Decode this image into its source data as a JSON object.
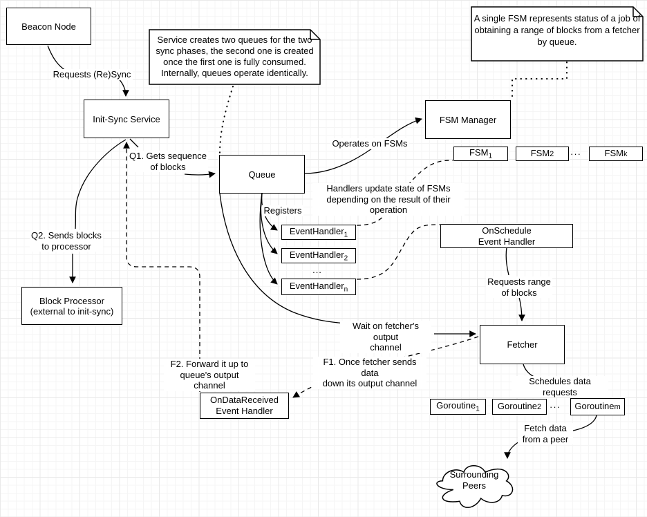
{
  "colors": {
    "stroke": "#000000",
    "canvas": "#ffffff",
    "grid_minor": "#f5f5f5",
    "grid_major": "#e9e9e9"
  },
  "nodes": {
    "beacon_node": "Beacon Node",
    "init_sync_service": "Init-Sync Service",
    "queue": "Queue",
    "fsm_manager": "FSM Manager",
    "fsm_1": {
      "base": "FSM",
      "sub": "1"
    },
    "fsm_2": {
      "base": "FSM",
      "sub": "2"
    },
    "fsm_k": {
      "base": "FSM",
      "sub": "k"
    },
    "event_handler_1": {
      "base": "EventHandler",
      "sub": "1"
    },
    "event_handler_2": {
      "base": "EventHandler",
      "sub": "2"
    },
    "event_handler_n": {
      "base": "EventHandler",
      "sub": "n"
    },
    "on_schedule_handler": "OnSchedule\nEvent Handler",
    "block_processor": "Block Processor\n(external to init-sync)",
    "on_data_received_handler": "OnDataReceived\nEvent Handler",
    "fetcher": "Fetcher",
    "goroutine_1": {
      "base": "Goroutine",
      "sub": "1"
    },
    "goroutine_2": {
      "base": "Goroutine",
      "sub": "2"
    },
    "goroutine_m": {
      "base": "Goroutine",
      "sub": "m"
    },
    "surrounding_peers": "Surrounding\nPeers"
  },
  "ellipses": {
    "fsm_row": "···",
    "event_handler_column": "...",
    "goroutine_row": "···"
  },
  "notes": {
    "queues_note": "Service creates two queues for the two sync phases, the second one is created once the first one is fully consumed. Internally, queues operate identically.",
    "fsm_note": "A single FSM represents status of a job of obtaining a range of blocks from a fetcher by queue."
  },
  "edge_labels": {
    "requests_resync": "Requests (Re)Sync",
    "q1_gets_sequence": "Q1. Gets sequence\nof blocks",
    "q2_sends_blocks": "Q2. Sends blocks\nto processor",
    "operates_on_fsms": "Operates on FSMs",
    "registers": "Registers",
    "handlers_update": "Handlers update state of FSMs\ndepending on the result of their operation",
    "wait_on_fetcher": "Wait on fetcher's output\nchannel",
    "f2_forward": "F2. Forward it up to\nqueue's output channel",
    "f1_once_fetcher": "F1. Once fetcher sends data\ndown its output channel",
    "requests_range": "Requests range\nof blocks",
    "schedules_data_requests": "Schedules data requests",
    "fetch_data": "Fetch data\nfrom a peer"
  }
}
